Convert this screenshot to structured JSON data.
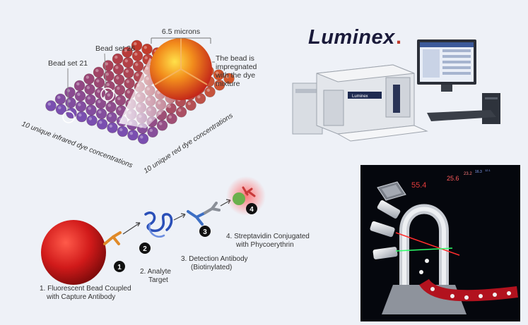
{
  "colors": {
    "background": "#eef1f7",
    "infrared_end": "#7a4fb0",
    "red_end": "#c0392b",
    "bead_red": "#d11a1a",
    "capture_antibody": "#e08a28",
    "analyte": "#2a4fb8",
    "detection_antibody": "#3d6fc4",
    "streptavidin": "#6ab04c",
    "phycoerythrin": "#c83a3a",
    "brand": "#1a1a3a",
    "brand_accent": "#c0392b"
  },
  "bead_array": {
    "size_label": "6.5 microns",
    "bead_set_a": "Bead set 21",
    "bead_set_b": "Bead set 26",
    "bead_note_line1": "The bead is",
    "bead_note_line2": "impregnated",
    "bead_note_line3": "with the dye",
    "bead_note_line4": "mixture",
    "axis_infrared": "10 unique infrared dye concentrations",
    "axis_red": "10 unique red dye concentrations"
  },
  "brand": {
    "logo_text": "Luminex",
    "logo_mark": "."
  },
  "instrument": {
    "icon": "analyzer-instrument-icon"
  },
  "flow_cell": {
    "readout_1": "55.4",
    "readout_2": "25.6",
    "readout_3": "23.2",
    "readout_4": "16.3",
    "readout_5": "12.1"
  },
  "assay": {
    "step1_line1": "1. Fluorescent Bead Coupled",
    "step1_line2": "with Capture Antibody",
    "step2_line1": "2. Analyte",
    "step2_line2": "Target",
    "step3_line1": "3. Detection Antibody",
    "step3_line2": "(Biotinylated)",
    "step4_line1": "4. Streptavidin Conjugated",
    "step4_line2": "with Phycoerythrin",
    "marker_1": "1",
    "marker_2": "2",
    "marker_3": "3",
    "marker_4": "4"
  }
}
